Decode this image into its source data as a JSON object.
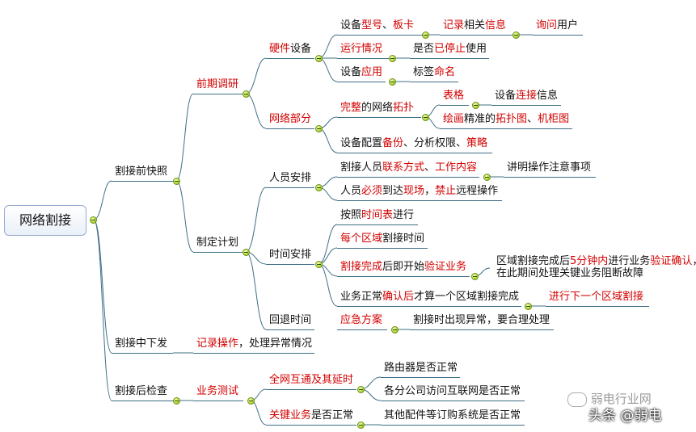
{
  "root": {
    "label": "网络割接"
  },
  "branches": [
    {
      "id": "n1",
      "parts": [
        {
          "t": "割接前快照"
        }
      ]
    },
    {
      "id": "n2",
      "parts": [
        {
          "t": "割接中下发"
        }
      ]
    },
    {
      "id": "n3",
      "parts": [
        {
          "t": "割接后检查"
        }
      ]
    },
    {
      "id": "n11",
      "parts": [
        {
          "t": "前期调研",
          "r": true
        }
      ]
    },
    {
      "id": "n12",
      "parts": [
        {
          "t": "制定计划"
        }
      ]
    },
    {
      "id": "n111",
      "parts": [
        {
          "t": "硬件",
          "r": true
        },
        {
          "t": "设备"
        }
      ]
    },
    {
      "id": "n112",
      "parts": [
        {
          "t": "网络部分",
          "r": true
        }
      ]
    },
    {
      "id": "a1",
      "parts": [
        {
          "t": "设备"
        },
        {
          "t": "型号",
          "r": true
        },
        {
          "t": "、"
        },
        {
          "t": "板卡",
          "r": true
        }
      ]
    },
    {
      "id": "a1b",
      "parts": [
        {
          "t": "记录",
          "r": true
        },
        {
          "t": "相关"
        },
        {
          "t": "信息",
          "r": true
        }
      ]
    },
    {
      "id": "a1c",
      "parts": [
        {
          "t": "询问",
          "r": true
        },
        {
          "t": "用户"
        }
      ]
    },
    {
      "id": "a2",
      "parts": [
        {
          "t": "运行情况",
          "r": true
        }
      ]
    },
    {
      "id": "a2b",
      "parts": [
        {
          "t": "是否"
        },
        {
          "t": "已停止",
          "r": true
        },
        {
          "t": "使用"
        }
      ]
    },
    {
      "id": "a3",
      "parts": [
        {
          "t": "设备"
        },
        {
          "t": "应用",
          "r": true
        }
      ]
    },
    {
      "id": "a3b",
      "parts": [
        {
          "t": "标签"
        },
        {
          "t": "命名",
          "r": true
        }
      ]
    },
    {
      "id": "b1",
      "parts": [
        {
          "t": "完整",
          "r": true
        },
        {
          "t": "的网络"
        },
        {
          "t": "拓扑",
          "r": true
        }
      ]
    },
    {
      "id": "b1a",
      "parts": [
        {
          "t": "表格",
          "r": true
        }
      ]
    },
    {
      "id": "b1a1",
      "parts": [
        {
          "t": "设备"
        },
        {
          "t": "连接",
          "r": true
        },
        {
          "t": "信息"
        }
      ]
    },
    {
      "id": "b1b",
      "parts": [
        {
          "t": "绘画",
          "r": true
        },
        {
          "t": "精准的"
        },
        {
          "t": "拓扑图",
          "r": true
        },
        {
          "t": "、"
        },
        {
          "t": "机柜图",
          "r": true
        }
      ]
    },
    {
      "id": "b2",
      "parts": [
        {
          "t": "设备配置"
        },
        {
          "t": "备份",
          "r": true
        },
        {
          "t": "、分析权限、"
        },
        {
          "t": "策略",
          "r": true
        }
      ]
    },
    {
      "id": "n121",
      "parts": [
        {
          "t": "人员安排"
        }
      ]
    },
    {
      "id": "n122",
      "parts": [
        {
          "t": "时间安排"
        }
      ]
    },
    {
      "id": "n123",
      "parts": [
        {
          "t": "回退时间"
        }
      ]
    },
    {
      "id": "c1",
      "parts": [
        {
          "t": "割接人员"
        },
        {
          "t": "联系方式",
          "r": true
        },
        {
          "t": "、"
        },
        {
          "t": "工作内容",
          "r": true
        }
      ]
    },
    {
      "id": "c1b",
      "parts": [
        {
          "t": "讲明操作注意事项"
        }
      ]
    },
    {
      "id": "c2",
      "parts": [
        {
          "t": "人员"
        },
        {
          "t": "必须",
          "r": true
        },
        {
          "t": "到达"
        },
        {
          "t": "现场",
          "r": true
        },
        {
          "t": "，"
        },
        {
          "t": "禁止",
          "r": true
        },
        {
          "t": "远程操作"
        }
      ]
    },
    {
      "id": "d1",
      "parts": [
        {
          "t": "按照"
        },
        {
          "t": "时间表",
          "r": true
        },
        {
          "t": "进行"
        }
      ]
    },
    {
      "id": "d2",
      "parts": [
        {
          "t": "每个区域",
          "r": true
        },
        {
          "t": "割接时间"
        }
      ]
    },
    {
      "id": "d3",
      "parts": [
        {
          "t": "割接完成",
          "r": true
        },
        {
          "t": "后即开始"
        },
        {
          "t": "验证业务",
          "r": true
        }
      ]
    },
    {
      "id": "d3b",
      "parts": [
        {
          "t": "区域割接完成后"
        },
        {
          "t": "5分钟内",
          "r": true
        },
        {
          "t": "进行业务"
        },
        {
          "t": "验证确认",
          "r": true
        },
        {
          "t": "，"
        }
      ]
    },
    {
      "id": "d3c",
      "parts": [
        {
          "t": "在此期间处理关键业务阻断故障"
        }
      ]
    },
    {
      "id": "d4",
      "parts": [
        {
          "t": "业务正常"
        },
        {
          "t": "确认后",
          "r": true
        },
        {
          "t": "才算一个区域割接完成"
        }
      ]
    },
    {
      "id": "d4b",
      "parts": [
        {
          "t": "进行下一个",
          "r": true
        },
        {
          "t": "区域割接",
          "r": true
        }
      ]
    },
    {
      "id": "e1",
      "parts": [
        {
          "t": "应急方案",
          "r": true
        }
      ]
    },
    {
      "id": "e1b",
      "parts": [
        {
          "t": "割接时出现异常，要合理处理"
        }
      ]
    },
    {
      "id": "f1",
      "parts": [
        {
          "t": "记录操作",
          "r": true
        },
        {
          "t": "，处理异常情况"
        }
      ]
    },
    {
      "id": "g1",
      "parts": [
        {
          "t": "业务测试",
          "r": true
        }
      ]
    },
    {
      "id": "g11",
      "parts": [
        {
          "t": "全网互通及其延时",
          "r": true
        }
      ]
    },
    {
      "id": "g12",
      "parts": [
        {
          "t": "关键业务",
          "r": true
        },
        {
          "t": "是否正常"
        }
      ]
    },
    {
      "id": "g11a",
      "parts": [
        {
          "t": "路由器是否正常"
        }
      ]
    },
    {
      "id": "g11b",
      "parts": [
        {
          "t": "各分公司访问互联网是否正常"
        }
      ]
    },
    {
      "id": "g12a",
      "parts": [
        {
          "t": "其他配件等订购系统是否正常"
        }
      ]
    }
  ],
  "watermark": {
    "line1": "弱电行业网",
    "line2": "头条 @弱电"
  },
  "colors": {
    "red": "#d30000",
    "line": "#3f6f86",
    "collapse": "#a6d224"
  }
}
